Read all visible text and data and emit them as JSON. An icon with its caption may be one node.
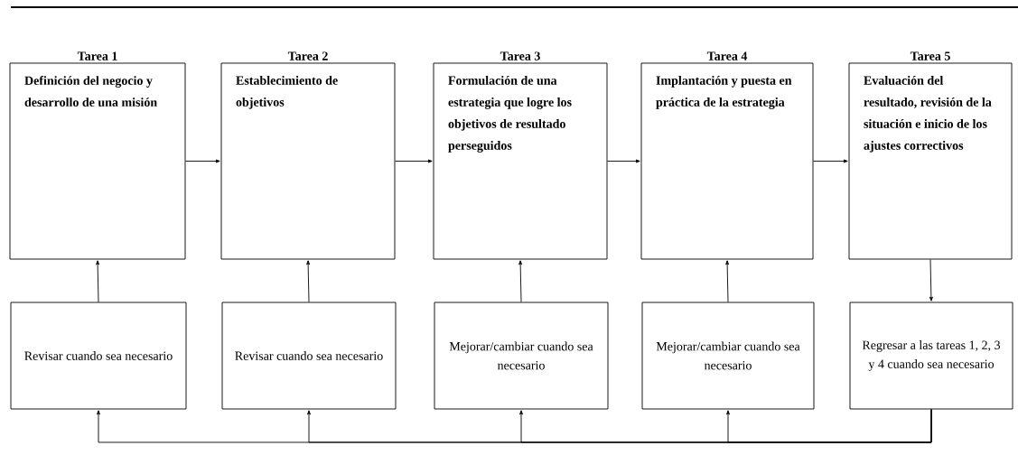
{
  "diagram": {
    "nodes": [
      {
        "text": [
          "Tarea 1",
          "Definición del negocio y desarrollo de una misión"
        ]
      },
      {
        "text": [
          "Tarea 2",
          "Establecimiento de objetivos"
        ]
      },
      {
        "text": [
          "Tarea 3",
          "Formulación de una estrategia que logre los objetivos de resultado perseguidos"
        ]
      },
      {
        "text": [
          "Tarea 4",
          "Implantación y puesta en práctica de la estrategia"
        ]
      },
      {
        "text": [
          "Tarea 5",
          "Evaluación del resultado, revisión de la situación e inicio de los ajustes correctivos"
        ]
      },
      {
        "text": [
          "Revisar cuando sea necesario"
        ]
      },
      {
        "text": [
          "Revisar cuando sea necesario"
        ]
      },
      {
        "text": [
          "Mejorar/cambiar cuando sea necesario"
        ]
      },
      {
        "text": [
          "Mejorar/cambiar cuando sea necesario"
        ]
      },
      {
        "text": [
          "Regresar a las tareas 1, 2, 3 y 4 cuando sea necesario"
        ]
      }
    ],
    "edges": [
      {
        "from": 0,
        "to": 1,
        "arrow": "to"
      },
      {
        "from": 1,
        "to": 2,
        "arrow": "to"
      },
      {
        "from": 2,
        "to": 3,
        "arrow": "to"
      },
      {
        "from": 3,
        "to": 4,
        "arrow": "to"
      },
      {
        "from": 5,
        "to": 0,
        "arrow": "to"
      },
      {
        "from": 6,
        "to": 1,
        "arrow": "to"
      },
      {
        "from": 7,
        "to": 2,
        "arrow": "to"
      },
      {
        "from": 8,
        "to": 3,
        "arrow": "to"
      },
      {
        "from": 4,
        "to": 9,
        "arrow": "to"
      },
      {
        "from": 9,
        "to": 5,
        "arrow": "to"
      },
      {
        "from": 9,
        "to": 6,
        "arrow": "to"
      },
      {
        "from": 9,
        "to": 7,
        "arrow": "to"
      },
      {
        "from": 9,
        "to": 8,
        "arrow": "to"
      }
    ]
  }
}
